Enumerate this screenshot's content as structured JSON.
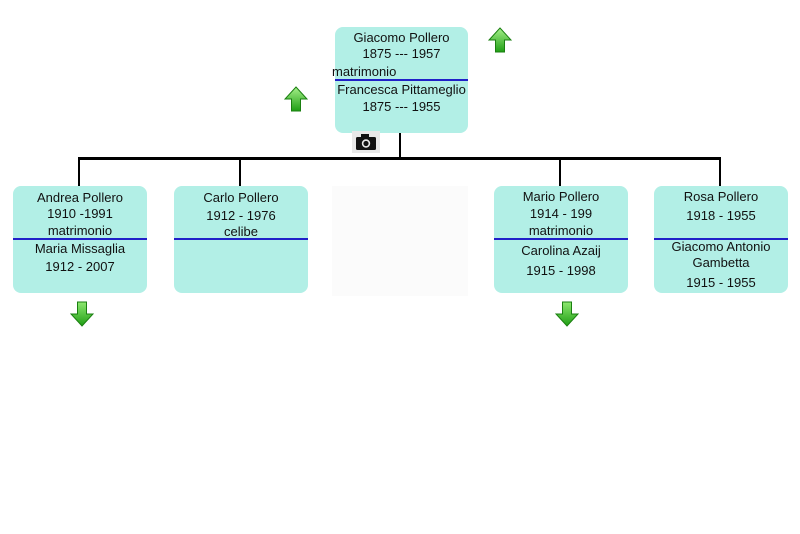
{
  "root": {
    "name": "Giacomo Pollero",
    "dates": "1875 --- 1957",
    "relation": "matrimonio",
    "spouse_name": "Francesca Pittameglio",
    "spouse_dates": "1875 --- 1955"
  },
  "children": [
    {
      "name": "Andrea Pollero",
      "dates": "1910 -1991",
      "relation": "matrimonio",
      "spouse_name": "Maria Missaglia",
      "spouse_dates": "1912 - 2007"
    },
    {
      "name": "Carlo Pollero",
      "dates": "1912 - 1976",
      "relation": "celibe"
    },
    {
      "name": "Mario Pollero",
      "dates": "1914 - 199",
      "relation": "matrimonio",
      "spouse_name": "Carolina Azaij",
      "spouse_dates": "1915 - 1998"
    },
    {
      "name": "Rosa Pollero",
      "dates": "1918 - 1955",
      "spouse_name": "Giacomo Antonio Gambetta",
      "spouse_dates": "1915 - 1955"
    }
  ],
  "icons": {
    "expand_up": "arrow-up-icon",
    "expand_down": "arrow-down-icon",
    "photo": "camera-icon"
  },
  "colors": {
    "card": "#b2efe6",
    "separator": "#2020c8",
    "arrow": "#3cc81e"
  }
}
